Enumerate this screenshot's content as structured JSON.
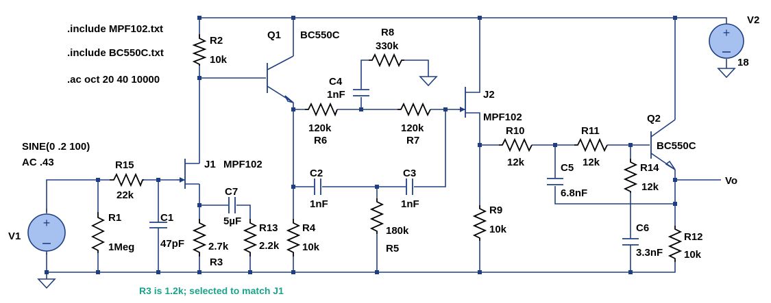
{
  "directives": [
    ".include MPF102.txt",
    ".include BC550C.txt",
    ".ac oct 20 40 10000"
  ],
  "source_v1": {
    "ref": "V1",
    "spec_line1": "SINE(0 .2 100)",
    "spec_line2": "AC .43"
  },
  "source_v2": {
    "ref": "V2",
    "value": "18"
  },
  "output_label": "Vo",
  "note": "R3 is 1.2k; selected to match J1",
  "resistors": {
    "R1": {
      "ref": "R1",
      "value": "1Meg"
    },
    "R2": {
      "ref": "R2",
      "value": "10k"
    },
    "R3": {
      "ref": "R3",
      "value": "2.7k"
    },
    "R4": {
      "ref": "R4",
      "value": "10k"
    },
    "R5": {
      "ref": "R5",
      "value": "180k"
    },
    "R6": {
      "ref": "R6",
      "value": "120k"
    },
    "R7": {
      "ref": "R7",
      "value": "120k"
    },
    "R8": {
      "ref": "R8",
      "value": "330k"
    },
    "R9": {
      "ref": "R9",
      "value": "10k"
    },
    "R10": {
      "ref": "R10",
      "value": "12k"
    },
    "R11": {
      "ref": "R11",
      "value": "12k"
    },
    "R12": {
      "ref": "R12",
      "value": "10k"
    },
    "R13": {
      "ref": "R13",
      "value": "2.2k"
    },
    "R14": {
      "ref": "R14",
      "value": "12k"
    },
    "R15": {
      "ref": "R15",
      "value": "22k"
    }
  },
  "capacitors": {
    "C1": {
      "ref": "C1",
      "value": "47pF"
    },
    "C2": {
      "ref": "C2",
      "value": "1nF"
    },
    "C3": {
      "ref": "C3",
      "value": "1nF"
    },
    "C4": {
      "ref": "C4",
      "value": "1nF"
    },
    "C5": {
      "ref": "C5",
      "value": "6.8nF"
    },
    "C6": {
      "ref": "C6",
      "value": "3.3nF"
    },
    "C7": {
      "ref": "C7",
      "value": "5µF"
    }
  },
  "transistors": {
    "J1": {
      "ref": "J1",
      "model": "MPF102"
    },
    "J2": {
      "ref": "J2",
      "model": "MPF102"
    },
    "Q1": {
      "ref": "Q1",
      "model": "BC550C"
    },
    "Q2": {
      "ref": "Q2",
      "model": "BC550C"
    }
  }
}
